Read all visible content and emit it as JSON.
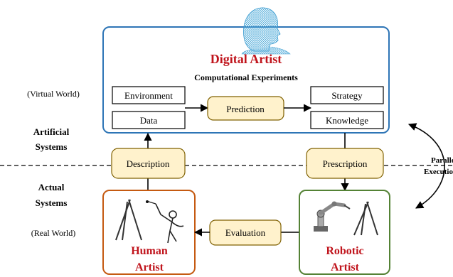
{
  "diagram": {
    "virtual": {
      "title": "Digital Artist",
      "subtitle": "Computational Experiments",
      "inputs": [
        "Environment",
        "Data"
      ],
      "center": "Prediction",
      "outputs": [
        "Strategy",
        "Knowledge"
      ]
    },
    "bridge": {
      "left": "Description",
      "right": "Prescription",
      "parallel": [
        "Parallel",
        "Execution"
      ]
    },
    "labels": {
      "virtual_world": "(Virtual World)",
      "artificial": [
        "Artificial",
        "Systems"
      ],
      "actual": [
        "Actual",
        "Systems"
      ],
      "real_world": "(Real World)"
    },
    "real": {
      "human": [
        "Human",
        "Artist"
      ],
      "evaluation": "Evaluation",
      "robotic": [
        "Robotic",
        "Artist"
      ]
    },
    "icons": [
      "head-mesh-icon",
      "easel-icon",
      "painter-figure-icon",
      "robot-arm-icon"
    ],
    "colors": {
      "title_red": "#c0141c",
      "virtual_border": "#2e75b6",
      "human_border": "#c55a11",
      "robotic_border": "#548235",
      "yellow_fill": "#fff2cc",
      "yellow_stroke": "#7f6000"
    }
  }
}
